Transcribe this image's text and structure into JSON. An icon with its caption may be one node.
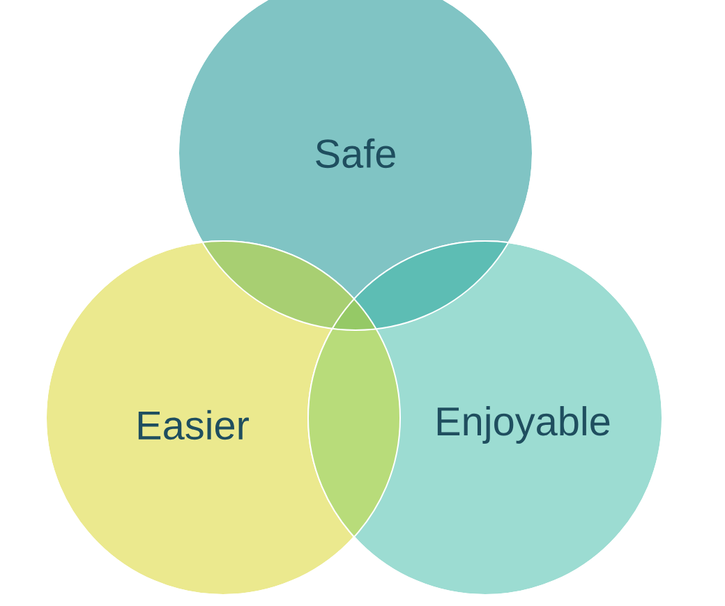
{
  "diagram": {
    "nodes": [
      {
        "text": [
          "Safe"
        ]
      },
      {
        "text": [
          "Easier"
        ]
      },
      {
        "text": [
          "Enjoyable"
        ]
      }
    ]
  }
}
